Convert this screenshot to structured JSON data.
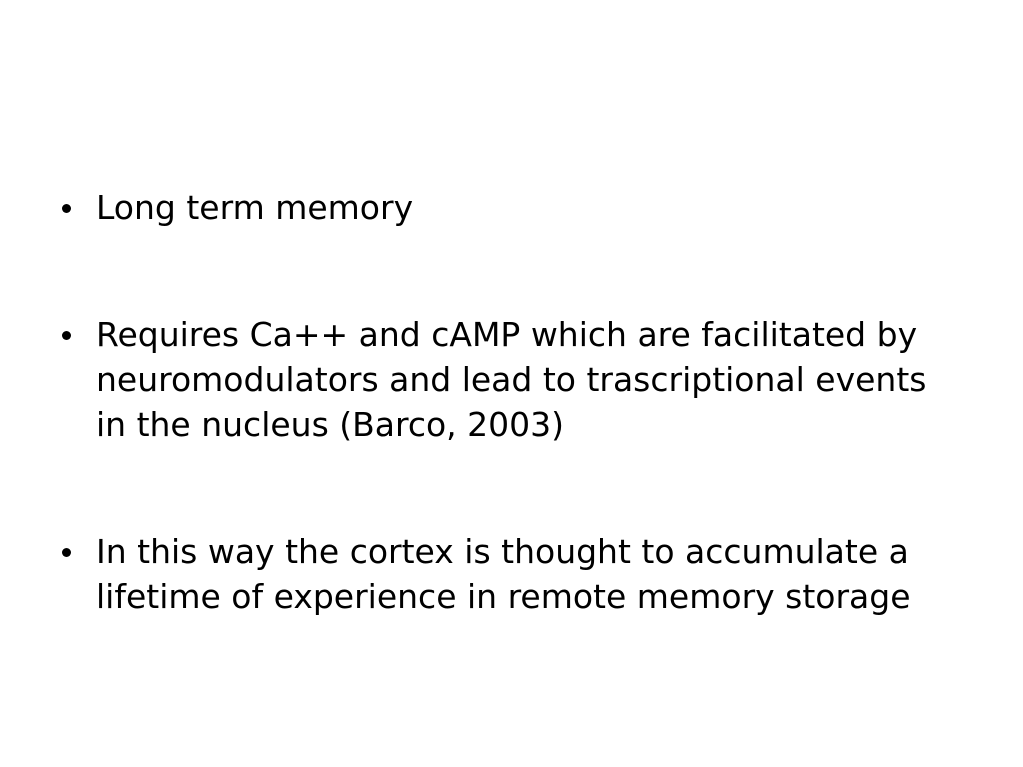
{
  "slide": {
    "bullets": [
      {
        "text": "Long term memory"
      },
      {
        "text": "Requires Ca++ and cAMP which are facilitated by neuromodulators and lead to trascriptional events in the nucleus (Barco, 2003)"
      },
      {
        "text": "In this way the cortex is thought to accumulate a lifetime of experience in remote memory storage"
      }
    ],
    "bullet_icon": "bullet-dot-icon",
    "text_color": "#000000",
    "background_color": "#ffffff"
  }
}
